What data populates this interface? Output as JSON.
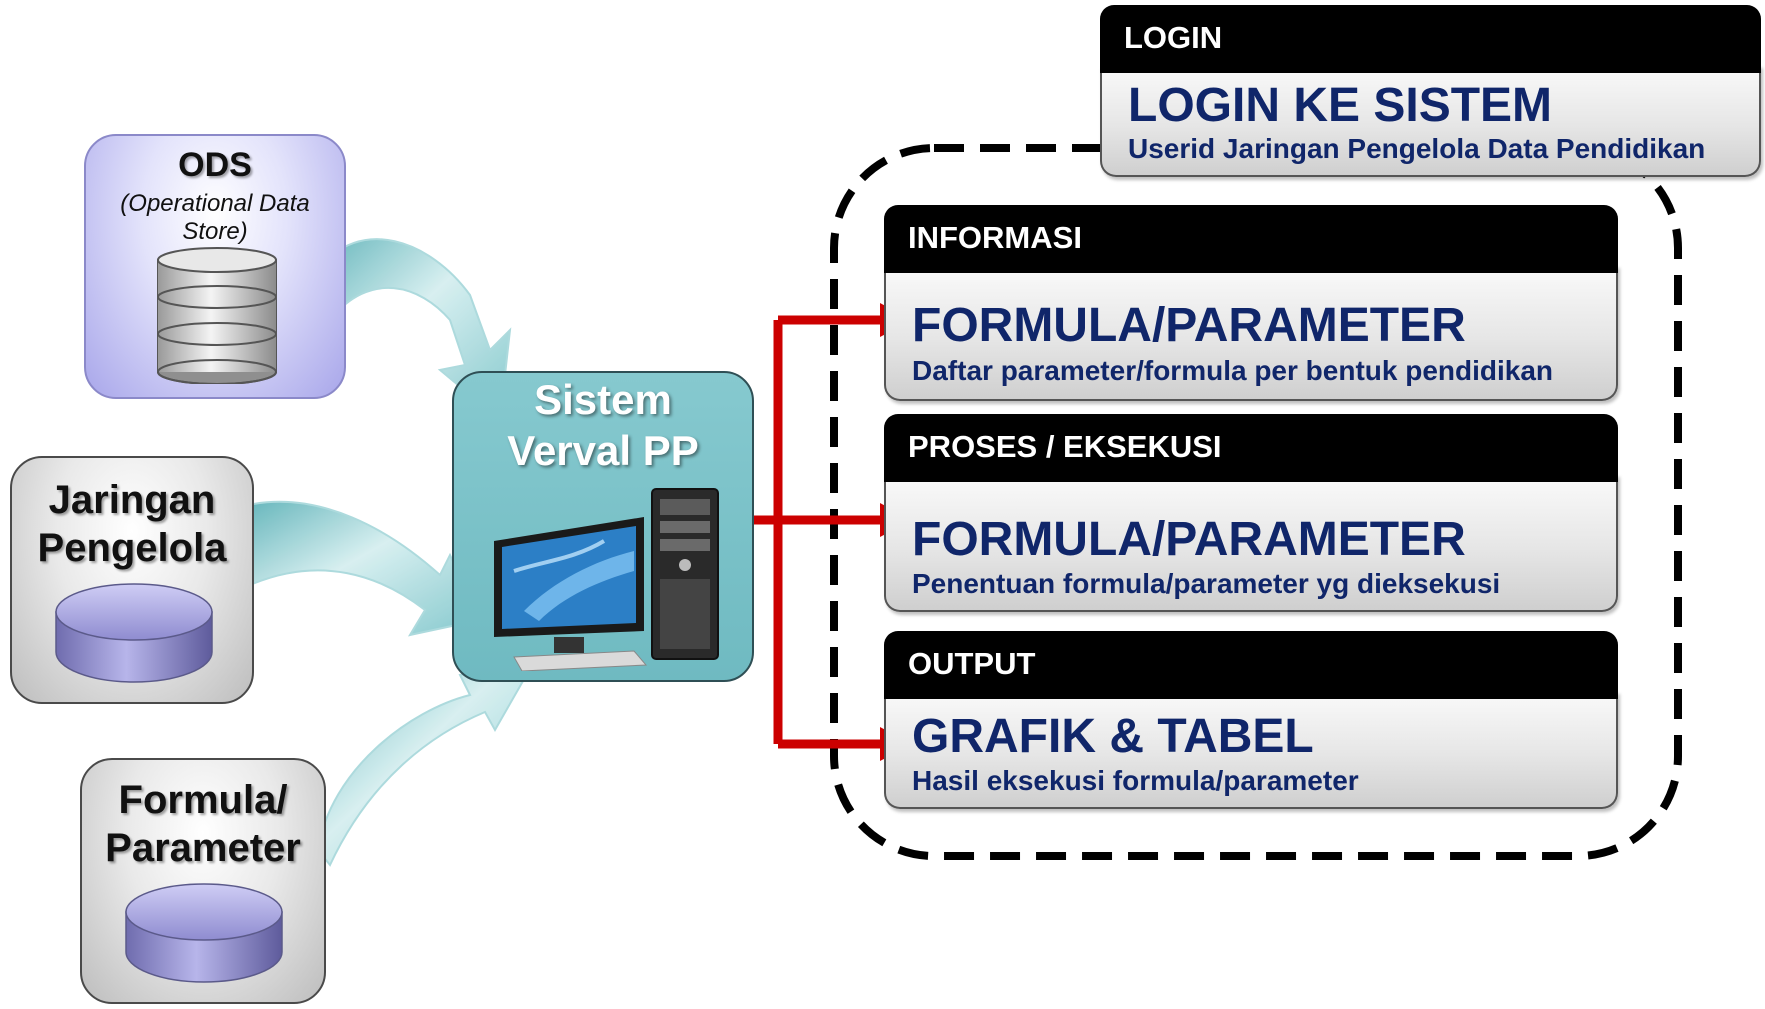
{
  "sources": {
    "ods": {
      "title": "ODS",
      "subtitle": "(Operational Data Store)"
    },
    "jaringan": {
      "title_line1": "Jaringan",
      "title_line2": "Pengelola"
    },
    "formula": {
      "title_line1": "Formula/",
      "title_line2": "Parameter"
    }
  },
  "system": {
    "line1": "Sistem",
    "line2": "Verval PP"
  },
  "login": {
    "header": "LOGIN",
    "title": "LOGIN KE SISTEM",
    "description": "Userid Jaringan Pengelola Data Pendidikan"
  },
  "panels": [
    {
      "header": "INFORMASI",
      "title": "FORMULA/PARAMETER",
      "description": "Daftar parameter/formula per bentuk pendidikan"
    },
    {
      "header": "PROSES / EKSEKUSI",
      "title": "FORMULA/PARAMETER",
      "description": "Penentuan formula/parameter yg dieksekusi"
    },
    {
      "header": "OUTPUT",
      "title": "GRAFIK & TABEL",
      "description": "Hasil eksekusi formula/parameter"
    }
  ],
  "colors": {
    "connector_red": "#cc0000",
    "title_navy": "#10266a",
    "system_teal": "#74bfc5",
    "arrow_teal": "#8fcfd2",
    "cylinder_purple": "#8784c6"
  }
}
